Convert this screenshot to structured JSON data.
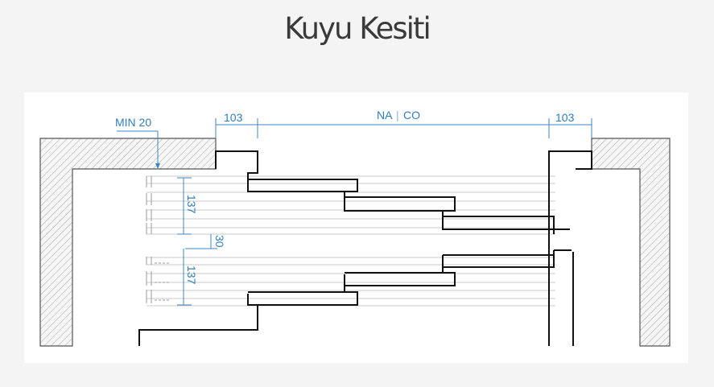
{
  "header": {
    "title": "Kuyu Kesiti"
  },
  "drawing": {
    "labels": {
      "min_clearance": "MIN 20",
      "frame_left": "103",
      "frame_right": "103",
      "opening_na": "NA",
      "opening_separator": "|",
      "opening_co": "CO",
      "panel_group_top": "137",
      "panel_gap": "30",
      "panel_group_bottom": "137"
    },
    "colors": {
      "dimension": "#2f7dbd",
      "door_outline": "#111111",
      "wall_hatch": "#9a9a9a",
      "background": "#f4f4f4"
    }
  }
}
